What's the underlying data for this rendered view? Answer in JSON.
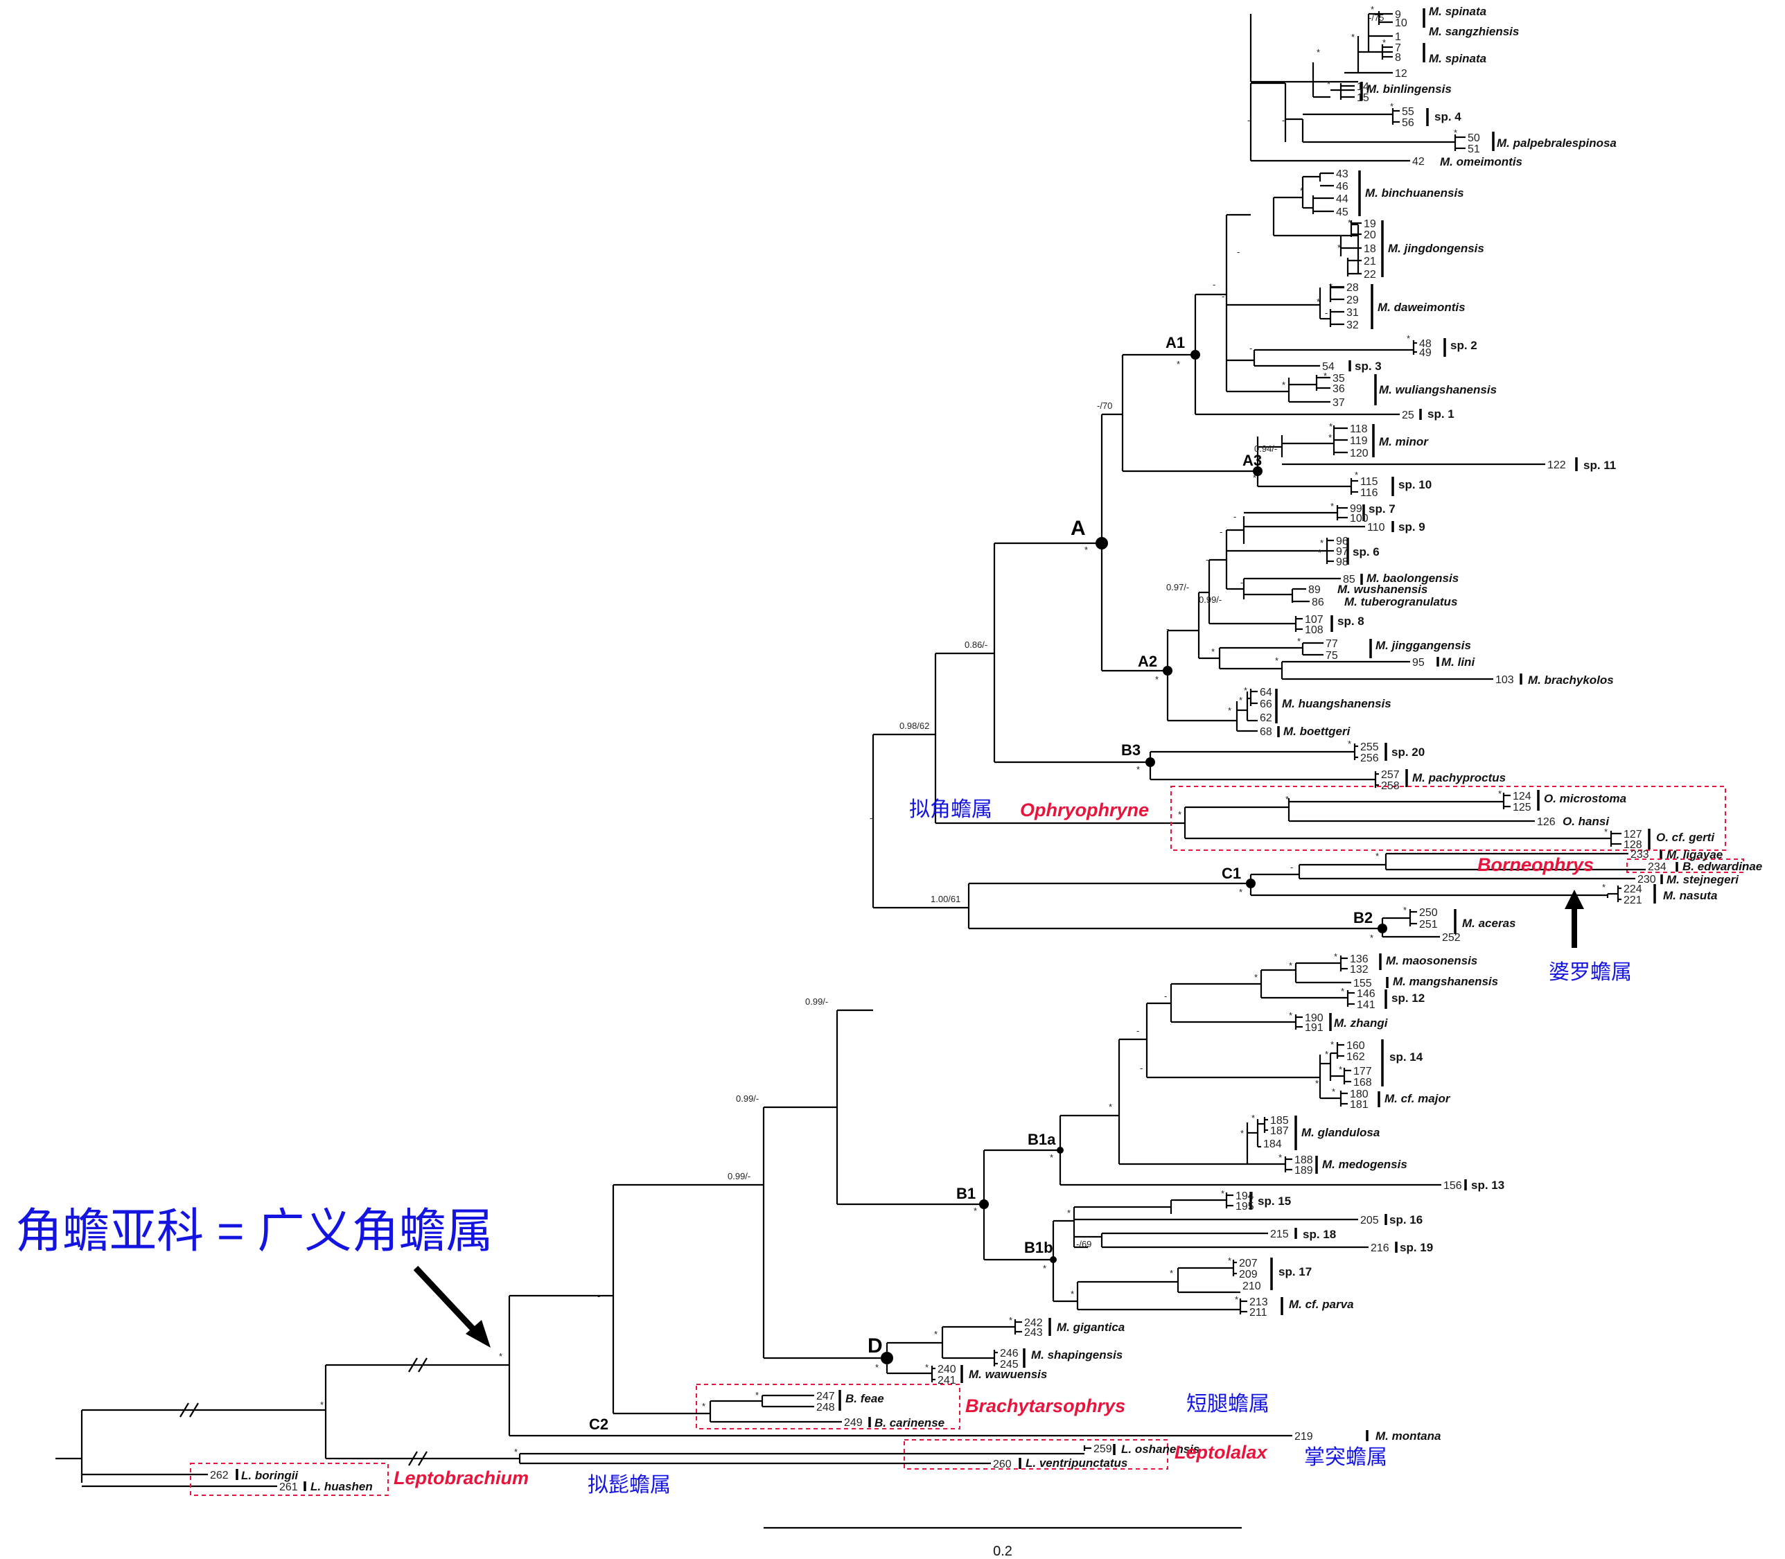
{
  "headline": "角蟾亚科 = 广义角蟾属",
  "genus_labels": [
    {
      "latin": "Ophryophryne",
      "chinese": "拟角蟾属"
    },
    {
      "latin": "Borneophrys",
      "chinese": "婆罗蟾属"
    },
    {
      "latin": "Brachytarsophrys",
      "chinese": "短腿蟾属"
    },
    {
      "latin": "Leptolalax",
      "chinese": "掌突蟾属"
    },
    {
      "latin": "Leptobrachium",
      "chinese": "拟髭蟾属"
    }
  ],
  "clade_labels": [
    "A",
    "A1",
    "A2",
    "A3",
    "B1",
    "B1a",
    "B1b",
    "B2",
    "B3",
    "C1",
    "C2",
    "D"
  ],
  "support_values": [
    "*",
    "-",
    "-/75",
    "-/70",
    "0.94/-",
    "0.97/-",
    "0.99/-",
    "0.86/-",
    "0.98/62",
    "1.00/61",
    "0.99/-",
    "-/69"
  ],
  "tips": [
    {
      "num": "9",
      "name": "M. spinata"
    },
    {
      "num": "10",
      "name": ""
    },
    {
      "num": "1",
      "name": "M. sangzhiensis"
    },
    {
      "num": "7",
      "name": "M. spinata"
    },
    {
      "num": "8",
      "name": ""
    },
    {
      "num": "12",
      "name": ""
    },
    {
      "num": "14",
      "name": "M. binlingensis"
    },
    {
      "num": "15",
      "name": ""
    },
    {
      "num": "55",
      "name": "sp. 4"
    },
    {
      "num": "56",
      "name": ""
    },
    {
      "num": "50",
      "name": "M. palpebralespinosa"
    },
    {
      "num": "51",
      "name": ""
    },
    {
      "num": "42",
      "name": "M. omeimontis"
    },
    {
      "num": "43",
      "name": "M. binchuanensis"
    },
    {
      "num": "46",
      "name": ""
    },
    {
      "num": "44",
      "name": ""
    },
    {
      "num": "45",
      "name": ""
    },
    {
      "num": "19",
      "name": "M. jingdongensis"
    },
    {
      "num": "20",
      "name": ""
    },
    {
      "num": "18",
      "name": ""
    },
    {
      "num": "21",
      "name": ""
    },
    {
      "num": "22",
      "name": ""
    },
    {
      "num": "28",
      "name": "M. daweimontis"
    },
    {
      "num": "29",
      "name": ""
    },
    {
      "num": "31",
      "name": ""
    },
    {
      "num": "32",
      "name": ""
    },
    {
      "num": "48",
      "name": "sp. 2"
    },
    {
      "num": "49",
      "name": ""
    },
    {
      "num": "54",
      "name": "sp. 3"
    },
    {
      "num": "35",
      "name": "M. wuliangshanensis"
    },
    {
      "num": "36",
      "name": ""
    },
    {
      "num": "37",
      "name": ""
    },
    {
      "num": "25",
      "name": "sp. 1"
    },
    {
      "num": "118",
      "name": "M. minor"
    },
    {
      "num": "119",
      "name": ""
    },
    {
      "num": "120",
      "name": ""
    },
    {
      "num": "122",
      "name": "sp. 11"
    },
    {
      "num": "115",
      "name": "sp. 10"
    },
    {
      "num": "116",
      "name": ""
    },
    {
      "num": "99",
      "name": "sp. 7"
    },
    {
      "num": "100",
      "name": ""
    },
    {
      "num": "110",
      "name": "sp. 9"
    },
    {
      "num": "96",
      "name": "sp. 6"
    },
    {
      "num": "97",
      "name": ""
    },
    {
      "num": "98",
      "name": ""
    },
    {
      "num": "85",
      "name": "M. baolongensis"
    },
    {
      "num": "89",
      "name": "M. wushanensis"
    },
    {
      "num": "86",
      "name": "M. tuberogranulatus"
    },
    {
      "num": "107",
      "name": "sp. 8"
    },
    {
      "num": "108",
      "name": ""
    },
    {
      "num": "77",
      "name": "M. jinggangensis"
    },
    {
      "num": "75",
      "name": ""
    },
    {
      "num": "95",
      "name": "M. lini"
    },
    {
      "num": "103",
      "name": "M. brachykolos"
    },
    {
      "num": "64",
      "name": "M. huangshanensis"
    },
    {
      "num": "66",
      "name": ""
    },
    {
      "num": "62",
      "name": ""
    },
    {
      "num": "68",
      "name": "M. boettgeri"
    },
    {
      "num": "255",
      "name": "sp. 20"
    },
    {
      "num": "256",
      "name": ""
    },
    {
      "num": "257",
      "name": "M. pachyproctus"
    },
    {
      "num": "258",
      "name": ""
    },
    {
      "num": "124",
      "name": "O. microstoma"
    },
    {
      "num": "125",
      "name": ""
    },
    {
      "num": "126",
      "name": "O. hansi"
    },
    {
      "num": "127",
      "name": "O. cf. gerti"
    },
    {
      "num": "128",
      "name": ""
    },
    {
      "num": "233",
      "name": "M. ligayae"
    },
    {
      "num": "234",
      "name": "B. edwardinae"
    },
    {
      "num": "230",
      "name": "M. stejnegeri"
    },
    {
      "num": "224",
      "name": "M. nasuta"
    },
    {
      "num": "221",
      "name": ""
    },
    {
      "num": "250",
      "name": "M. aceras"
    },
    {
      "num": "251",
      "name": ""
    },
    {
      "num": "252",
      "name": ""
    },
    {
      "num": "136",
      "name": "M. maosonensis"
    },
    {
      "num": "132",
      "name": ""
    },
    {
      "num": "155",
      "name": "M. mangshanensis"
    },
    {
      "num": "146",
      "name": "sp. 12"
    },
    {
      "num": "141",
      "name": ""
    },
    {
      "num": "190",
      "name": "M. zhangi"
    },
    {
      "num": "191",
      "name": ""
    },
    {
      "num": "160",
      "name": "sp. 14"
    },
    {
      "num": "162",
      "name": ""
    },
    {
      "num": "177",
      "name": ""
    },
    {
      "num": "168",
      "name": ""
    },
    {
      "num": "180",
      "name": "M. cf. major"
    },
    {
      "num": "181",
      "name": ""
    },
    {
      "num": "185",
      "name": "M. glandulosa"
    },
    {
      "num": "187",
      "name": ""
    },
    {
      "num": "184",
      "name": ""
    },
    {
      "num": "188",
      "name": "M. medogensis"
    },
    {
      "num": "189",
      "name": ""
    },
    {
      "num": "156",
      "name": "sp. 13"
    },
    {
      "num": "194",
      "name": "sp. 15"
    },
    {
      "num": "195",
      "name": ""
    },
    {
      "num": "205",
      "name": "sp. 16"
    },
    {
      "num": "215",
      "name": "sp. 18"
    },
    {
      "num": "216",
      "name": "sp. 19"
    },
    {
      "num": "207",
      "name": "sp. 17"
    },
    {
      "num": "209",
      "name": ""
    },
    {
      "num": "210",
      "name": ""
    },
    {
      "num": "213",
      "name": "M. cf. parva"
    },
    {
      "num": "211",
      "name": ""
    },
    {
      "num": "242",
      "name": "M. gigantica"
    },
    {
      "num": "243",
      "name": ""
    },
    {
      "num": "246",
      "name": "M. shapingensis"
    },
    {
      "num": "245",
      "name": ""
    },
    {
      "num": "240",
      "name": "M. wawuensis"
    },
    {
      "num": "241",
      "name": ""
    },
    {
      "num": "247",
      "name": "B. feae"
    },
    {
      "num": "248",
      "name": ""
    },
    {
      "num": "249",
      "name": "B. carinense"
    },
    {
      "num": "219",
      "name": "M. montana"
    },
    {
      "num": "259",
      "name": "L. oshanensis"
    },
    {
      "num": "260",
      "name": "L. ventripunctatus"
    },
    {
      "num": "262",
      "name": "L. boringii"
    },
    {
      "num": "261",
      "name": "L. huashen"
    }
  ],
  "scale_bar": {
    "label": "0.2"
  }
}
